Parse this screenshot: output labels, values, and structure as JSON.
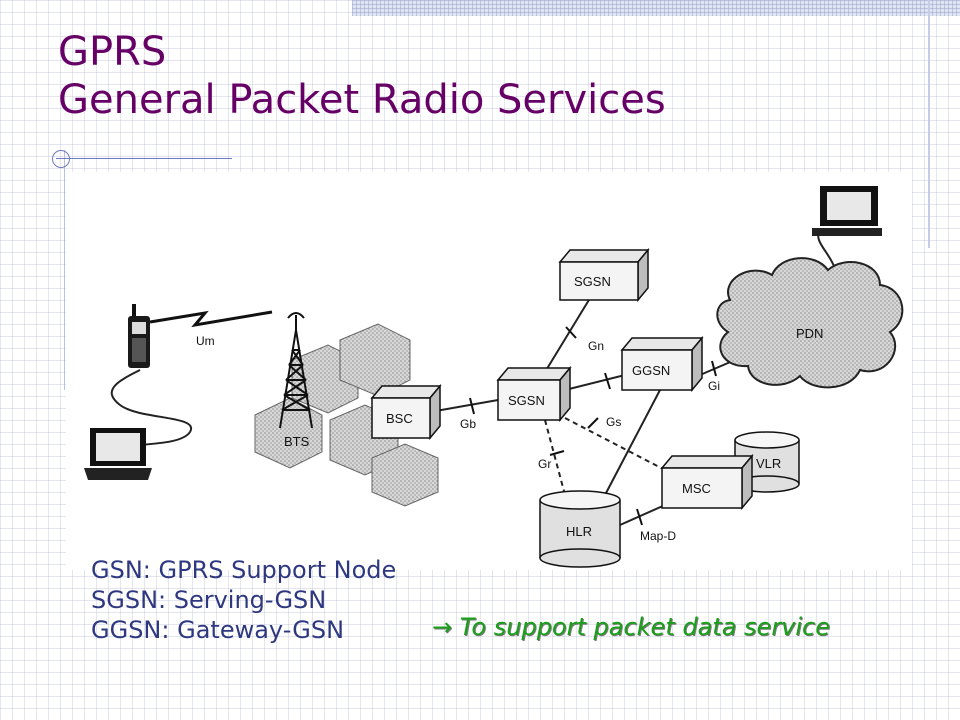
{
  "title": {
    "line1": "GPRS",
    "line2": "General Packet Radio Services"
  },
  "diagram": {
    "labels": {
      "um": "Um",
      "bts": "BTS",
      "bsc": "BSC",
      "gb": "Gb",
      "sgsn_main": "SGSN",
      "sgsn_top": "SGSN",
      "ggsn": "GGSN",
      "gn": "Gn",
      "gi": "Gi",
      "gs": "Gs",
      "gr": "Gr",
      "pdn": "PDN",
      "msc": "MSC",
      "vlr": "VLR",
      "hlr": "HLR",
      "map_d": "Map-D"
    }
  },
  "definitions": [
    "GSN: GPRS Support Node",
    "SGSN: Serving-GSN",
    "GGSN: Gateway-GSN"
  ],
  "note": "→ To support packet data service",
  "colors": {
    "title": "#660066",
    "definitions": "#2e3880",
    "note": "#18a018"
  }
}
